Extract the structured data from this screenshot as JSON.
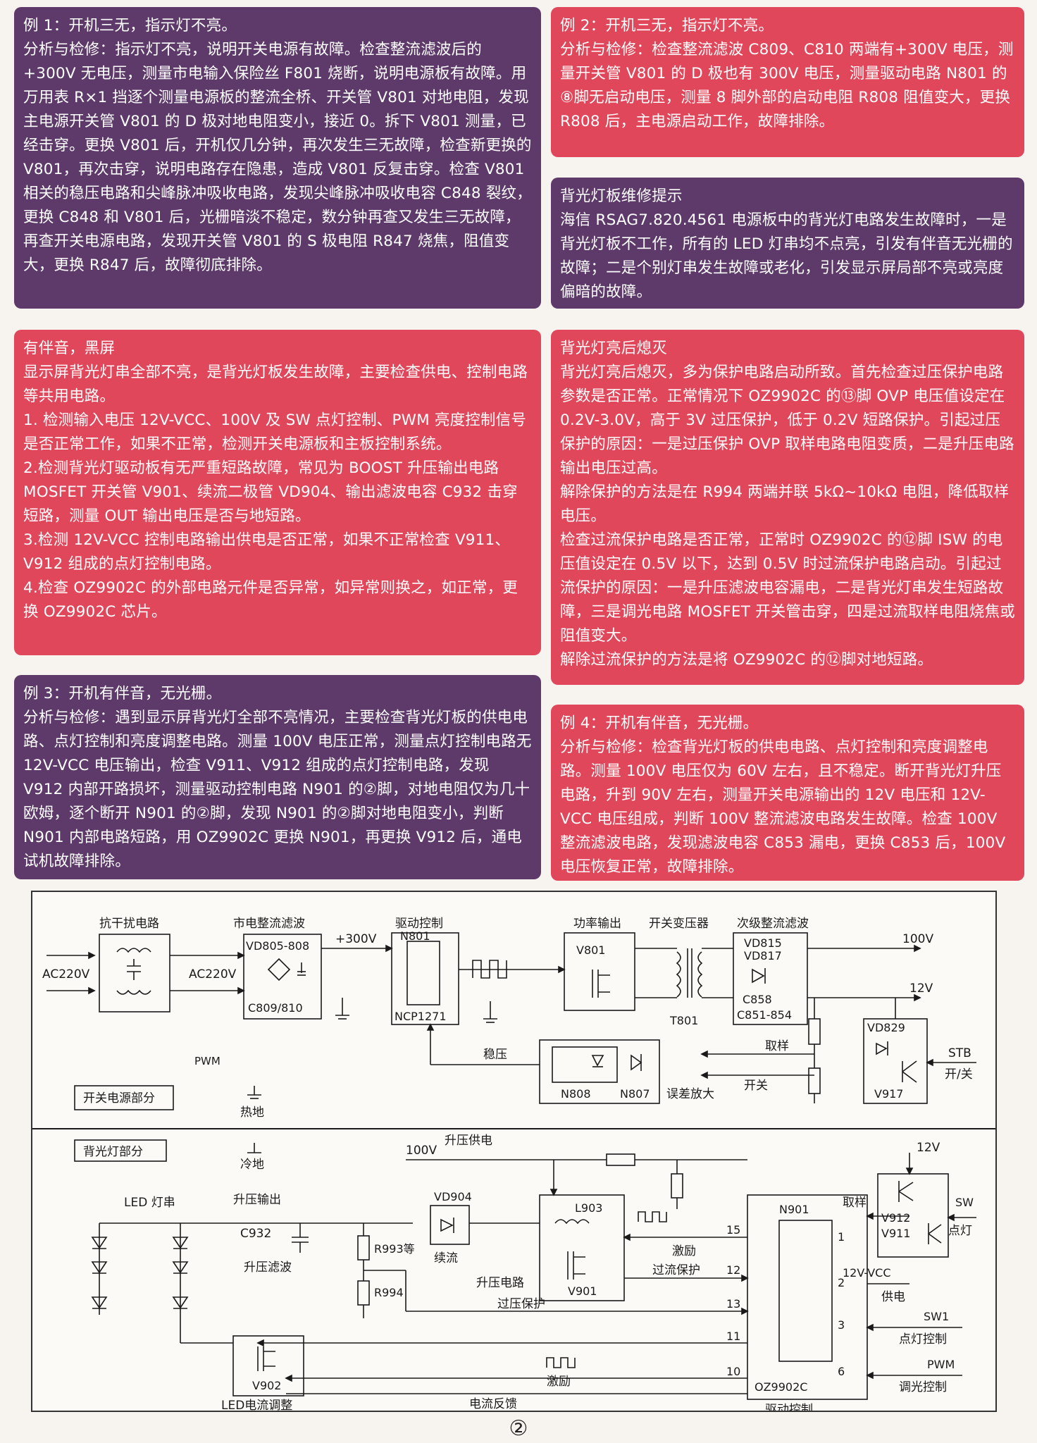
{
  "boxes": {
    "ex1": {
      "title": "例 1：开机三无，指示灯不亮。",
      "body": "分析与检修：指示灯不亮，说明开关电源有故障。检查整流滤波后的+300V 无电压，测量市电输入保险丝 F801 烧断，说明电源板有故障。用万用表 R×1 挡逐个测量电源板的整流全桥、开关管 V801 对地电阻，发现主电源开关管 V801 的 D 极对地电阻变小，接近 0。拆下 V801 测量，已经击穿。更换 V801 后，开机仅几分钟，再次发生三无故障，检查新更换的 V801，再次击穿，说明电路存在隐患，造成 V801 反复击穿。检查 V801 相关的稳压电路和尖峰脉冲吸收电路，发现尖峰脉冲吸收电容 C848 裂纹，更换 C848 和 V801 后，光栅暗淡不稳定，数分钟再查又发生三无故障，再查开关电源电路，发现开关管 V801 的 S 极电阻 R847 烧焦，阻值变大，更换 R847 后，故障彻底排除。"
    },
    "ex2": {
      "title": "例 2：开机三无，指示灯不亮。",
      "body": "分析与检修：检查整流滤波 C809、C810 两端有+300V 电压，测量开关管 V801 的 D 极也有 300V 电压，测量驱动电路 N801 的⑧脚无启动电压，测量 8 脚外部的启动电阻 R808 阻值变大，更换 R808 后，主电源启动工作，故障排除。"
    },
    "tip": {
      "title": "背光灯板维修提示",
      "body": "海信 RSAG7.820.4561 电源板中的背光灯电路发生故障时，一是背光灯板不工作，所有的 LED 灯串均不点亮，引发有伴音无光栅的故障；二是个别灯串发生故障或老化，引发显示屏局部不亮或亮度偏暗的故障。"
    },
    "black": {
      "title": "有伴音，黑屏",
      "p1": "显示屏背光灯串全部不亮，是背光灯板发生故障，主要检查供电、控制电路等共用电路。",
      "p2": "1. 检测输入电压 12V-VCC、100V 及 SW 点灯控制、PWM 亮度控制信号是否正常工作，如果不正常，检测开关电源板和主板控制系统。",
      "p3": "2.检测背光灯驱动板有无严重短路故障，常见为 BOOST 升压输出电路 MOSFET 开关管 V901、续流二极管 VD904、输出滤波电容 C932 击穿短路，测量 OUT 输出电压是否与地短路。",
      "p4": "3.检测 12V-VCC 控制电路输出供电是否正常，如果不正常检查 V911、V912 组成的点灯控制电路。",
      "p5": "4.检查 OZ9902C 的外部电路元件是否异常，如异常则换之，如正常，更换 OZ9902C 芯片。"
    },
    "off": {
      "title": "背光灯亮后熄灭",
      "p1": "背光灯亮后熄灭，多为保护电路启动所致。首先检查过压保护电路参数是否正常。正常情况下 OZ9902C 的⑬脚 OVP 电压值设定在 0.2V-3.0V，高于 3V 过压保护，低于 0.2V 短路保护。引起过压保护的原因：一是过压保护 OVP 取样电路电阻变质，二是升压电路输出电压过高。",
      "p2": "解除保护的方法是在 R994 两端并联 5kΩ~10kΩ 电阻，降低取样电压。",
      "p3": "检查过流保护电路是否正常，正常时 OZ9902C 的⑫脚 ISW 的电压值设定在 0.5V 以下，达到 0.5V 时过流保护电路启动。引起过流保护的原因：一是升压滤波电容漏电，二是背光灯串发生短路故障，三是调光电路 MOSFET 开关管击穿，四是过流取样电阻烧焦或阻值变大。",
      "p4": "解除过流保护的方法是将 OZ9902C 的⑫脚对地短路。"
    },
    "ex3": {
      "title": "例 3：开机有伴音，无光栅。",
      "body": "分析与检修：遇到显示屏背光灯全部不亮情况，主要检查背光灯板的供电电路、点灯控制和亮度调整电路。测量 100V 电压正常，测量点灯控制电路无 12V-VCC 电压输出，检查 V911、V912 组成的点灯控制电路，发现 V912 内部开路损坏，测量驱动控制电路 N901 的②脚，对地电阻仅为几十欧姆，逐个断开 N901 的②脚，发现 N901 的②脚对地电阻变小，判断 N901 内部电路短路，用 OZ9902C 更换 N901，再更换 V912 后，通电试机故障排除。"
    },
    "ex4": {
      "title": "例 4：开机有伴音，无光栅。",
      "body": "分析与检修：检查背光灯板的供电电路、点灯控制和亮度调整电路。测量 100V 电压仅为 60V 左右，且不稳定。断开背光灯升压电路，升到 90V 左右，测量开关电源输出的 12V 电压和 12V-VCC 电压组成，判断 100V 整流滤波电路发生故障。检查 100V 整流滤波电路，发现滤波电容 C853 漏电，更换 C853 后，100V 电压恢复正常，故障排除。"
    }
  },
  "diagram": {
    "psu": {
      "section": "开关电源部分",
      "emi": "抗干扰电路",
      "rect": "市电整流滤波",
      "drive": "驱动控制",
      "power": "功率输出",
      "xfmr": "开关变压器",
      "sec": "次级整流滤波",
      "ac_in": "AC220V",
      "ac_mid": "AC220V",
      "v300": "+300V",
      "vd805": "VD805-808",
      "c809": "C809/810",
      "n801": "N801",
      "ncp": "NCP1271",
      "v801": "V801",
      "t801": "T801",
      "vd815": "VD815",
      "vd817": "VD817",
      "c858": "C858",
      "c851": "C851-854",
      "out100": "100V",
      "out12": "12V",
      "sample": "取样",
      "switch": "开关",
      "regulate": "稳压",
      "amp": "误差放大",
      "n808": "N808",
      "n807": "N807",
      "vd829": "VD829",
      "v917": "V917",
      "stb": "STB",
      "onoff": "开/关",
      "pwm_lbl": "PWM",
      "hot": "热地"
    },
    "bl": {
      "section": "背光灯部分",
      "cold": "冷地",
      "v100": "100V",
      "boost_supply": "升压供电",
      "v12": "12V",
      "led": "LED 灯串",
      "boost_out": "升压输出",
      "vd904": "VD904",
      "freewheel": "续流",
      "c932": "C932",
      "boost_filter": "升压滤波",
      "r993": "R993等",
      "r994": "R994",
      "l903": "L903",
      "v901": "V901",
      "boost_ckt": "升压电路",
      "excite1": "激励",
      "ocp": "过流保护",
      "ovp": "过压保护",
      "excite2": "激励",
      "feedback": "电流反馈",
      "v902": "V902",
      "led_adj": "LED电流调整",
      "n901": "N901",
      "oz": "OZ9902C",
      "drive_ctrl": "驱动控制",
      "sample": "取样",
      "vcc": "12V-VCC",
      "power": "供电",
      "v912": "V912",
      "v911": "V911",
      "sw": "SW",
      "light": "点灯",
      "sw1": "SW1",
      "light_ctrl": "点灯控制",
      "pwm": "PWM",
      "dim_ctrl": "调光控制",
      "pins": {
        "p15": "15",
        "p12": "12",
        "p13": "13",
        "p11": "11",
        "p10": "10",
        "p1": "1",
        "p2": "2",
        "p3": "3",
        "p6": "6"
      }
    }
  },
  "figure_number": "②",
  "colors": {
    "purple": "#5e3a6b",
    "red": "#e0475a"
  }
}
